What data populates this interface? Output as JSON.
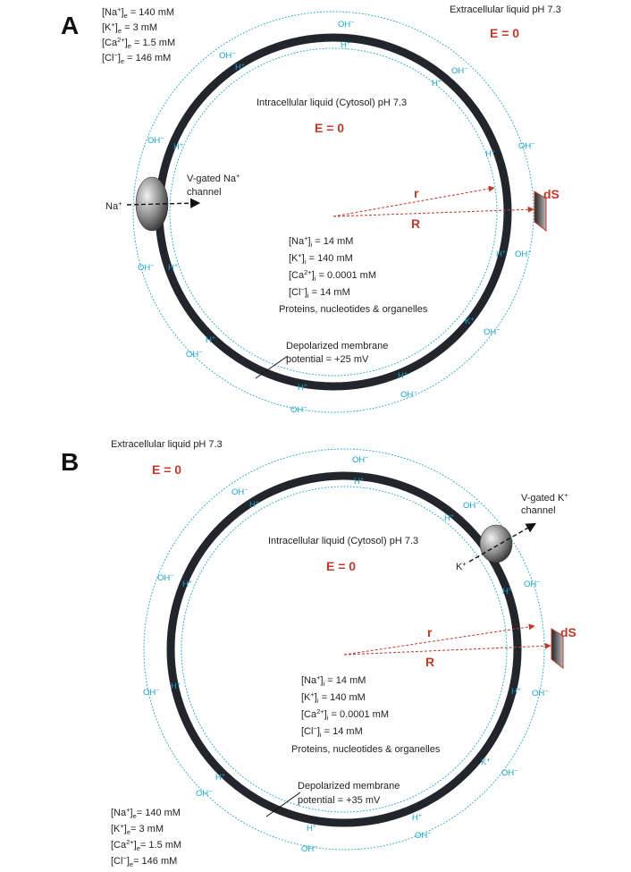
{
  "colors": {
    "membrane": "#23252d",
    "ion": "#1aa3c8",
    "field": "#c0392b",
    "text": "#222222"
  },
  "A": {
    "panel_label": "A",
    "extracellular_label": "Extracellular liquid pH 7.3",
    "E_outside": "E = 0",
    "intracellular_label": "Intracellular liquid (Cytosol) pH 7.3",
    "E_inside": "E = 0",
    "ext_conc": [
      {
        "ion": "[Na",
        "sup": "+",
        "close": "]",
        "sub": "e",
        "val": " = 140 mM"
      },
      {
        "ion": "[K",
        "sup": "+",
        "close": "]",
        "sub": "e",
        "val": " = 3 mM"
      },
      {
        "ion": "[Ca",
        "sup": "2+",
        "close": "]",
        "sub": "e",
        "val": " = 1.5 mM"
      },
      {
        "ion": "[Cl",
        "sup": "−",
        "close": "]",
        "sub": "e",
        "val": " = 146 mM"
      }
    ],
    "int_conc": [
      {
        "ion": "[Na",
        "sup": "+",
        "close": "]",
        "sub": "i",
        "val": " = 14 mM"
      },
      {
        "ion": "[K",
        "sup": "+",
        "close": "]",
        "sub": "i",
        "val": " = 140 mM"
      },
      {
        "ion": "[Ca",
        "sup": "2+",
        "close": "]",
        "sub": "i",
        "val": " = 0.0001 mM"
      },
      {
        "ion": "[Cl",
        "sup": "−",
        "close": "]",
        "sub": "i",
        "val": " = 14 mM"
      }
    ],
    "proteins": "Proteins, nucleotides & organelles",
    "channel_line1_base": "V-gated Na",
    "channel_line1_sup": "+",
    "channel_line2": "channel",
    "channel_ion_base": "Na",
    "channel_ion_sup": "+",
    "membrane_line1": "Depolarized membrane",
    "membrane_line2": "potential = +25 mV",
    "r": "r",
    "R": "R",
    "dS": "dS"
  },
  "B": {
    "panel_label": "B",
    "extracellular_label": "Extracellular liquid pH 7.3",
    "E_outside": "E = 0",
    "intracellular_label": "Intracellular liquid (Cytosol) pH 7.3",
    "E_inside": "E = 0",
    "ext_conc": [
      {
        "ion": "[Na",
        "sup": "+",
        "close": "]",
        "sub": "e",
        "val": "= 140 mM"
      },
      {
        "ion": "[K",
        "sup": "+",
        "close": "]",
        "sub": "e",
        "val": "= 3 mM"
      },
      {
        "ion": "[Ca",
        "sup": "2+",
        "close": "]",
        "sub": "e",
        "val": "= 1.5 mM"
      },
      {
        "ion": "[Cl",
        "sup": "−",
        "close": "]",
        "sub": "e",
        "val": "= 146 mM"
      }
    ],
    "int_conc": [
      {
        "ion": "[Na",
        "sup": "+",
        "close": "]",
        "sub": "i",
        "val": " = 14 mM"
      },
      {
        "ion": "[K",
        "sup": "+",
        "close": "]",
        "sub": "i",
        "val": " = 140 mM"
      },
      {
        "ion": "[Ca",
        "sup": "2+",
        "close": "]",
        "sub": "i",
        "val": " = 0.0001 mM"
      },
      {
        "ion": "[Cl",
        "sup": "−",
        "close": "]",
        "sub": "i",
        "val": " = 14 mM"
      }
    ],
    "proteins": "Proteins, nucleotides & organelles",
    "channel_line1_base": "V-gated K",
    "channel_line1_sup": "+",
    "channel_line2": "channel",
    "channel_ion_base": "K",
    "channel_ion_sup": "+",
    "membrane_line1": "Depolarized membrane",
    "membrane_line2": "potential = +35 mV",
    "r": "r",
    "R": "R",
    "dS": "dS"
  },
  "ions": {
    "OH": "OH",
    "OH_sup": "−",
    "H": "H",
    "H_sup": "+",
    "K": "K",
    "K_sup": "+"
  }
}
